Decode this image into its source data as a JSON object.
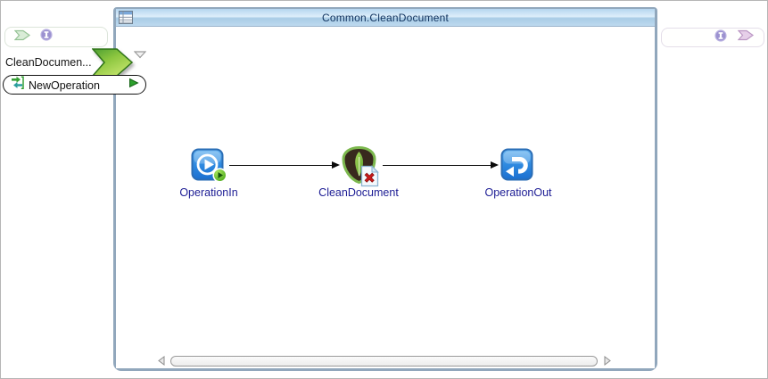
{
  "window": {
    "title": "Common.CleanDocument",
    "title_icon": "table-icon"
  },
  "left_panel": {
    "partner_name": "CleanDocumen...",
    "operation_button_label": "NewOperation",
    "connector_icons": [
      "forward-chevron-icon",
      "info-icon"
    ]
  },
  "right_panel": {
    "connector_icons": [
      "info-icon",
      "forward-chevron-icon"
    ]
  },
  "canvas": {
    "nodes": [
      {
        "label": "OperationIn",
        "icon": "play-circle-icon",
        "badge": "green-play-badge"
      },
      {
        "label": "CleanDocument",
        "icon": "mongodb-leaf-icon",
        "badge": "document-error-badge"
      },
      {
        "label": "OperationOut",
        "icon": "return-arrow-icon",
        "badge": ""
      }
    ],
    "connections": [
      {
        "from": "OperationIn",
        "to": "CleanDocument"
      },
      {
        "from": "CleanDocument",
        "to": "OperationOut"
      }
    ],
    "scrollbar": {
      "orientation": "horizontal"
    }
  },
  "colors": {
    "window_border": "#91a7bc",
    "titlebar_blue": "#b5d6ef",
    "title_text": "#11335f",
    "node_label": "#1c1c94",
    "accent_green": "#8cc63f",
    "icon_blue": "#1b6fd0",
    "error_red": "#cc1a1a",
    "info_purple": "#9c92d0"
  }
}
